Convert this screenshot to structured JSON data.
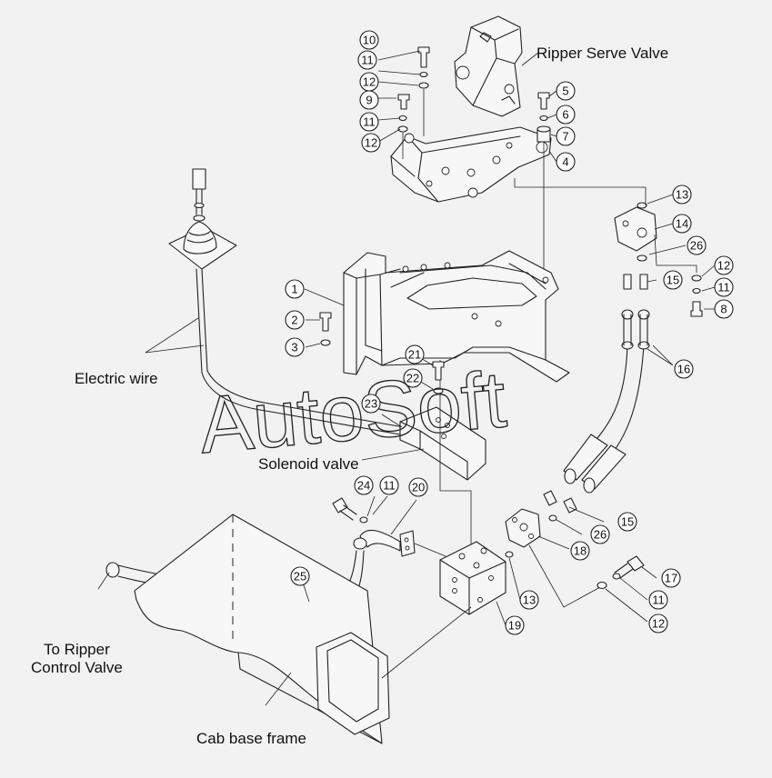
{
  "labels": {
    "ripper_servo_valve": "Ripper Serve Valve",
    "electric_wire": "Electric wire",
    "solenoid_valve": "Solenoid valve",
    "to_ripper_control_valve_1": "To Ripper",
    "to_ripper_control_valve_2": "Control Valve",
    "cab_base_frame": "Cab base frame"
  },
  "watermark": "AutoSoft",
  "callouts": {
    "p1": "1",
    "p2": "2",
    "p3": "3",
    "p4": "4",
    "p5": "5",
    "p6": "6",
    "p7": "7",
    "p8": "8",
    "p9": "9",
    "p10": "10",
    "p11a": "11",
    "p11b": "11",
    "p11c": "11",
    "p11d": "11",
    "p11e": "11",
    "p12a": "12",
    "p12b": "12",
    "p12c": "12",
    "p12d": "12",
    "p13a": "13",
    "p13b": "13",
    "p14": "14",
    "p15a": "15",
    "p15b": "15",
    "p16": "16",
    "p17": "17",
    "p18": "18",
    "p19": "19",
    "p20": "20",
    "p21": "21",
    "p22": "22",
    "p23": "23",
    "p24": "24",
    "p25": "25",
    "p26a": "26",
    "p26b": "26"
  }
}
